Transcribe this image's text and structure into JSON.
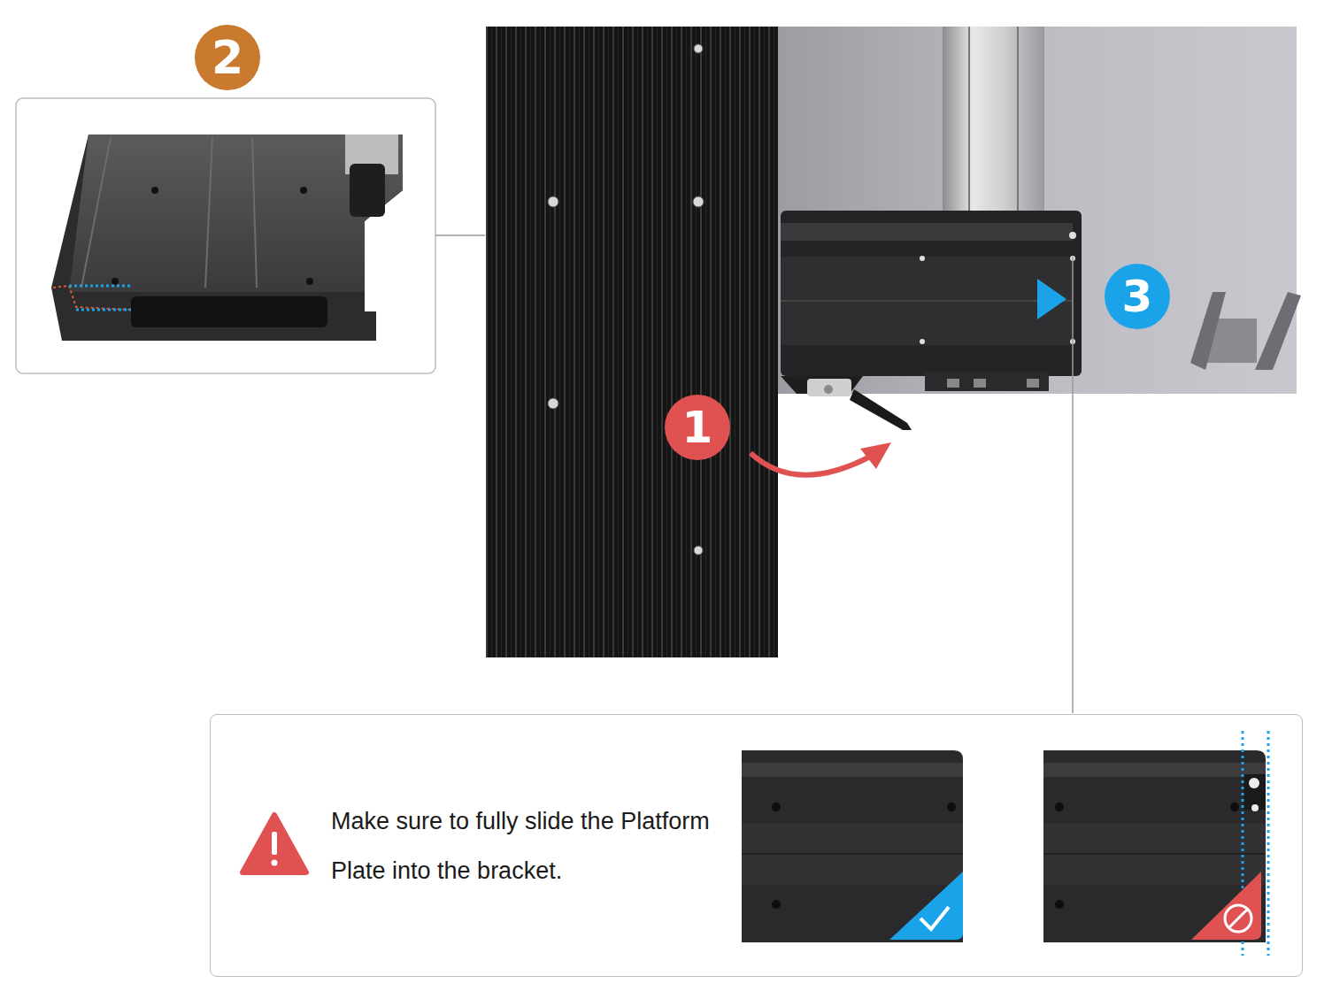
{
  "diagram": {
    "nodes": [
      {
        "text": [
          "Make sure to fully slide the Platform Plate into the bracket."
        ]
      }
    ],
    "labels": [
      "2",
      "1",
      "3"
    ]
  }
}
